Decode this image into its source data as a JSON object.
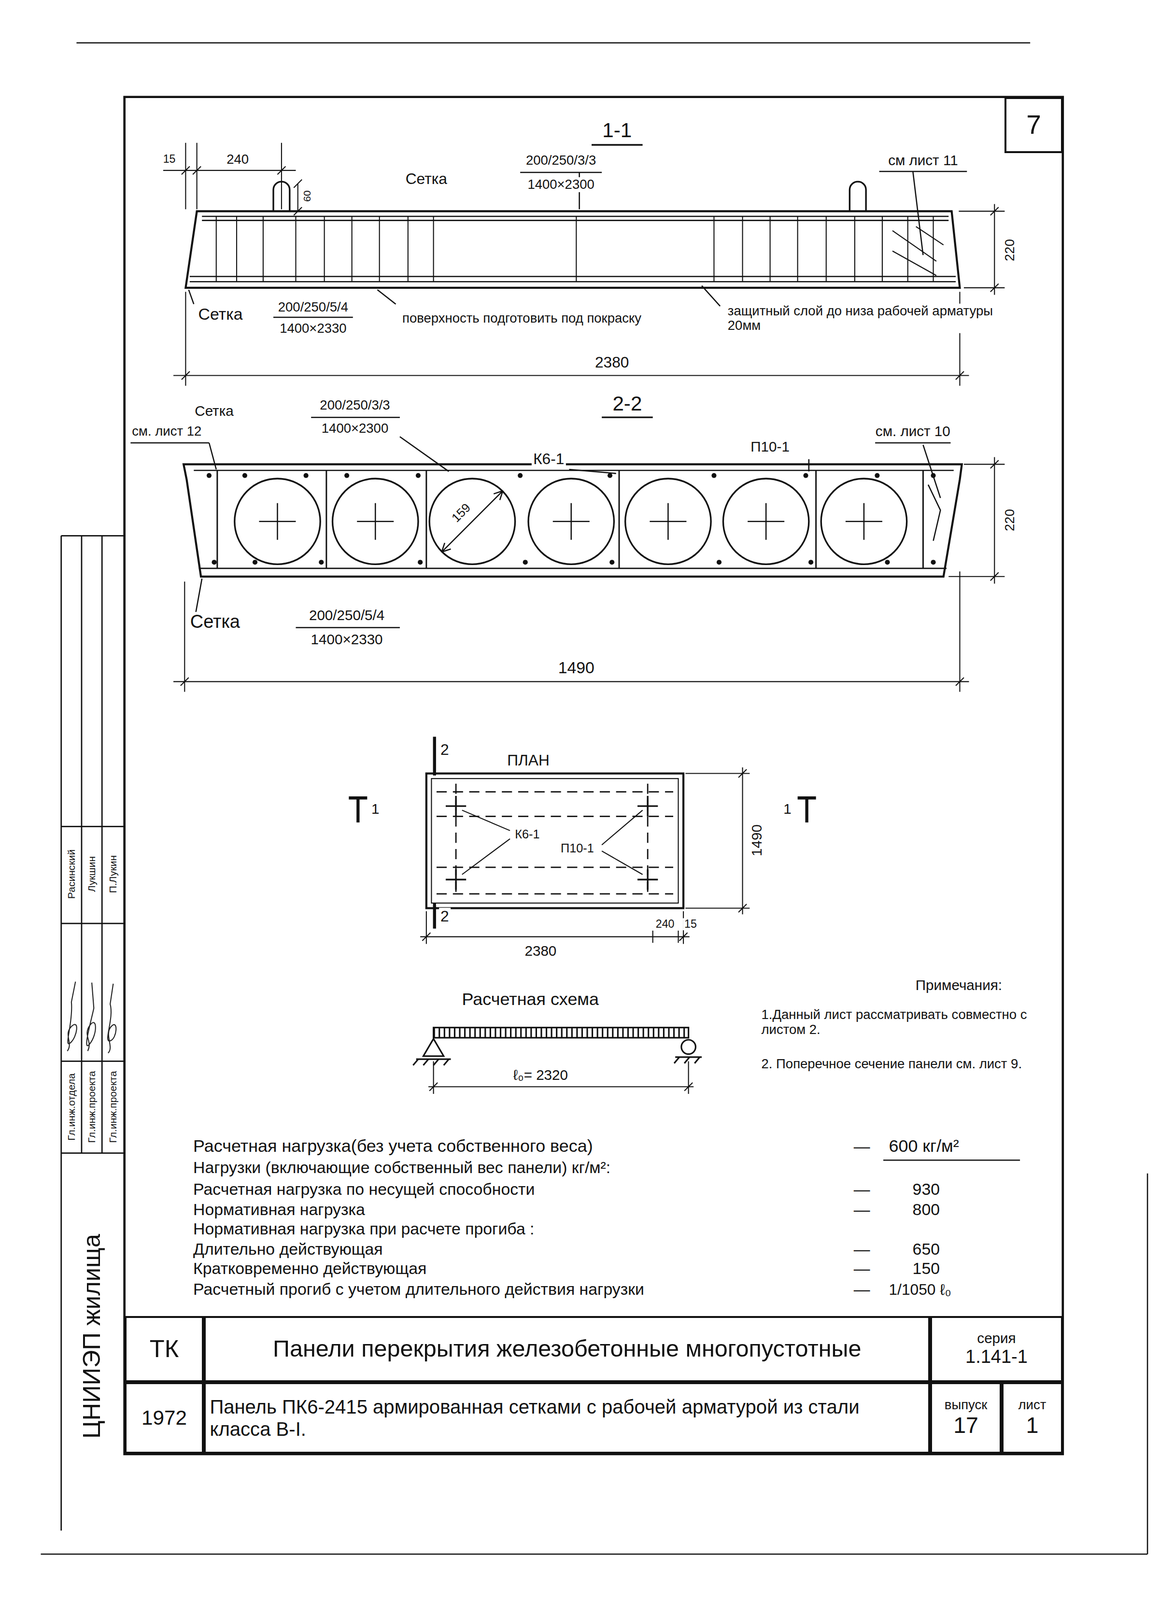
{
  "diagram": {
    "nodes": [
      {
        "text": [
          "7"
        ]
      },
      {
        "text": [
          "ТК"
        ]
      },
      {
        "text": [
          "Панели перекрытия железобетонные многопустотные"
        ]
      },
      {
        "text": [
          "серия",
          "1.141-1"
        ]
      },
      {
        "text": [
          "1972"
        ]
      },
      {
        "text": [
          "Панель ПК6-2415 армированная сетками с рабочей арматурой из стали класса В-I."
        ]
      },
      {
        "text": [
          "выпуск",
          "17"
        ]
      },
      {
        "text": [
          "лист",
          "1"
        ]
      }
    ],
    "labels": [
      "1-1",
      "15",
      "240",
      "60",
      "Сетка",
      "200/250/3/3",
      "1400×2300",
      "см лист 11",
      "220",
      "Сетка",
      "200/250/5/4",
      "1400×2330",
      "поверхность подготовить под покраску",
      "защитный слой до низа рабочей арматуры 20мм",
      "2380",
      "2-2",
      "Сетка",
      "200/250/3/3",
      "1400×2300",
      "см. лист 12",
      "К6-1",
      "П10-1",
      "см. лист 10",
      "159",
      "220",
      "Сетка",
      "200/250/5/4",
      "1400×2330",
      "1490",
      "2",
      "ПЛАН",
      "1",
      "1",
      "К6-1",
      "П10-1",
      "1490",
      "2",
      "2380",
      "240",
      "15",
      "Расчетная схема",
      "ℓ₀= 2320",
      "Примечания:",
      "1.Данный лист рассматривать совместно с листом 2.",
      "2. Поперечное сечение панели см. лист 9.",
      "Расчетная нагрузка(без учета собственного веса)",
      "—",
      "600 кг/м²",
      "Нагрузки (включающие собственный вес панели) кг/м²:",
      "Расчетная нагрузка по несущей способности",
      "—",
      "930",
      "Нормативная нагрузка",
      "—",
      "800",
      "Нормативная нагрузка при расчете прогиба :",
      "Длительно действующая",
      "—",
      "650",
      "Кратковременно действующая",
      "—",
      "150",
      "Расчетный прогиб с учетом длительного действия нагрузки",
      "—",
      "1/1050 ℓ₀",
      "Гл.инж.отдела",
      "Гл.инж.проекта",
      "Гл.инж.проекта",
      "Расинский",
      "Лукшин",
      "П.Лукин",
      "ЦНИИЭП жилища"
    ]
  }
}
